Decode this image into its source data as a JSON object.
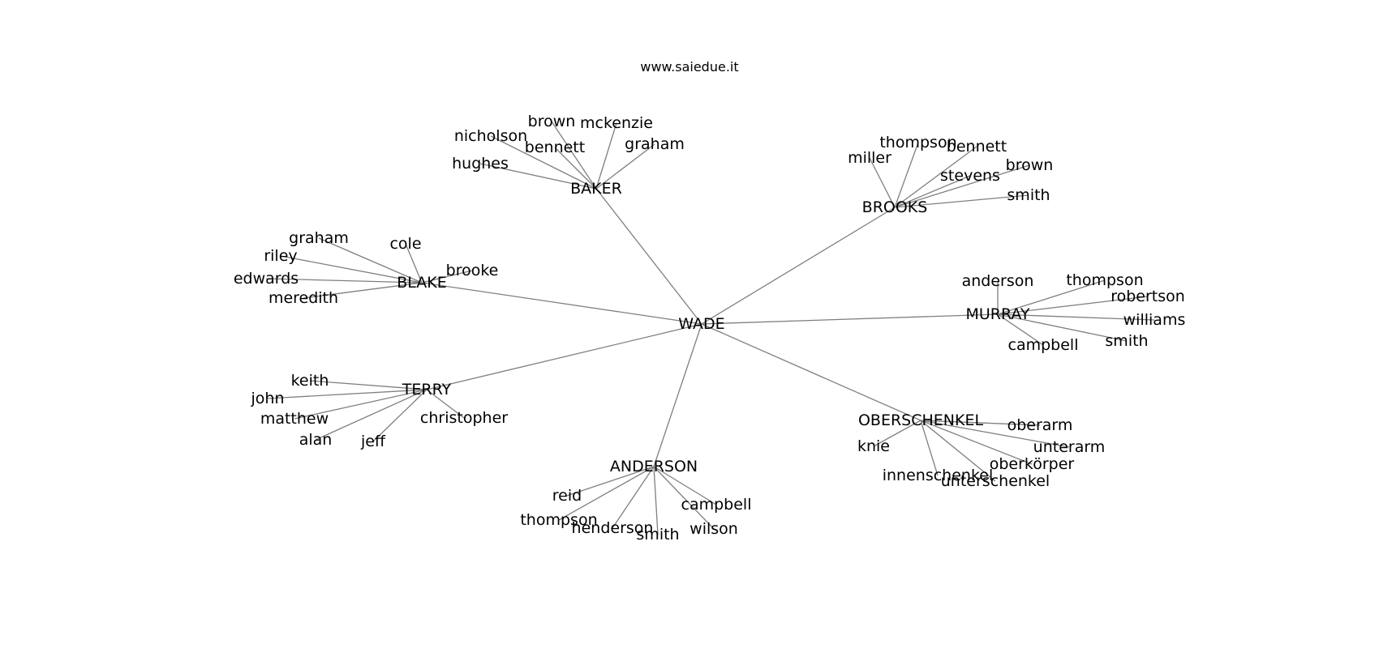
{
  "header": {
    "site": "www.saiedue.it"
  },
  "graph": {
    "root": "WADE",
    "groups": [
      {
        "hub": "BAKER",
        "leaves": [
          "brown",
          "mckenzie",
          "nicholson",
          "bennett",
          "graham",
          "hughes"
        ]
      },
      {
        "hub": "BROOKS",
        "leaves": [
          "thompson",
          "bennett",
          "miller",
          "brown",
          "stevens",
          "smith"
        ]
      },
      {
        "hub": "BLAKE",
        "leaves": [
          "graham",
          "cole",
          "riley",
          "brooke",
          "edwards",
          "meredith"
        ]
      },
      {
        "hub": "MURRAY",
        "leaves": [
          "anderson",
          "thompson",
          "robertson",
          "williams",
          "campbell",
          "smith"
        ]
      },
      {
        "hub": "TERRY",
        "leaves": [
          "keith",
          "john",
          "matthew",
          "christopher",
          "alan",
          "jeff"
        ]
      },
      {
        "hub": "OBERSCHENKEL",
        "leaves": [
          "oberarm",
          "knie",
          "unterarm",
          "oberkörper",
          "innenschenkel",
          "unterschenkel"
        ]
      },
      {
        "hub": "ANDERSON",
        "leaves": [
          "reid",
          "campbell",
          "thompson",
          "henderson",
          "wilson",
          "smith"
        ]
      }
    ]
  }
}
